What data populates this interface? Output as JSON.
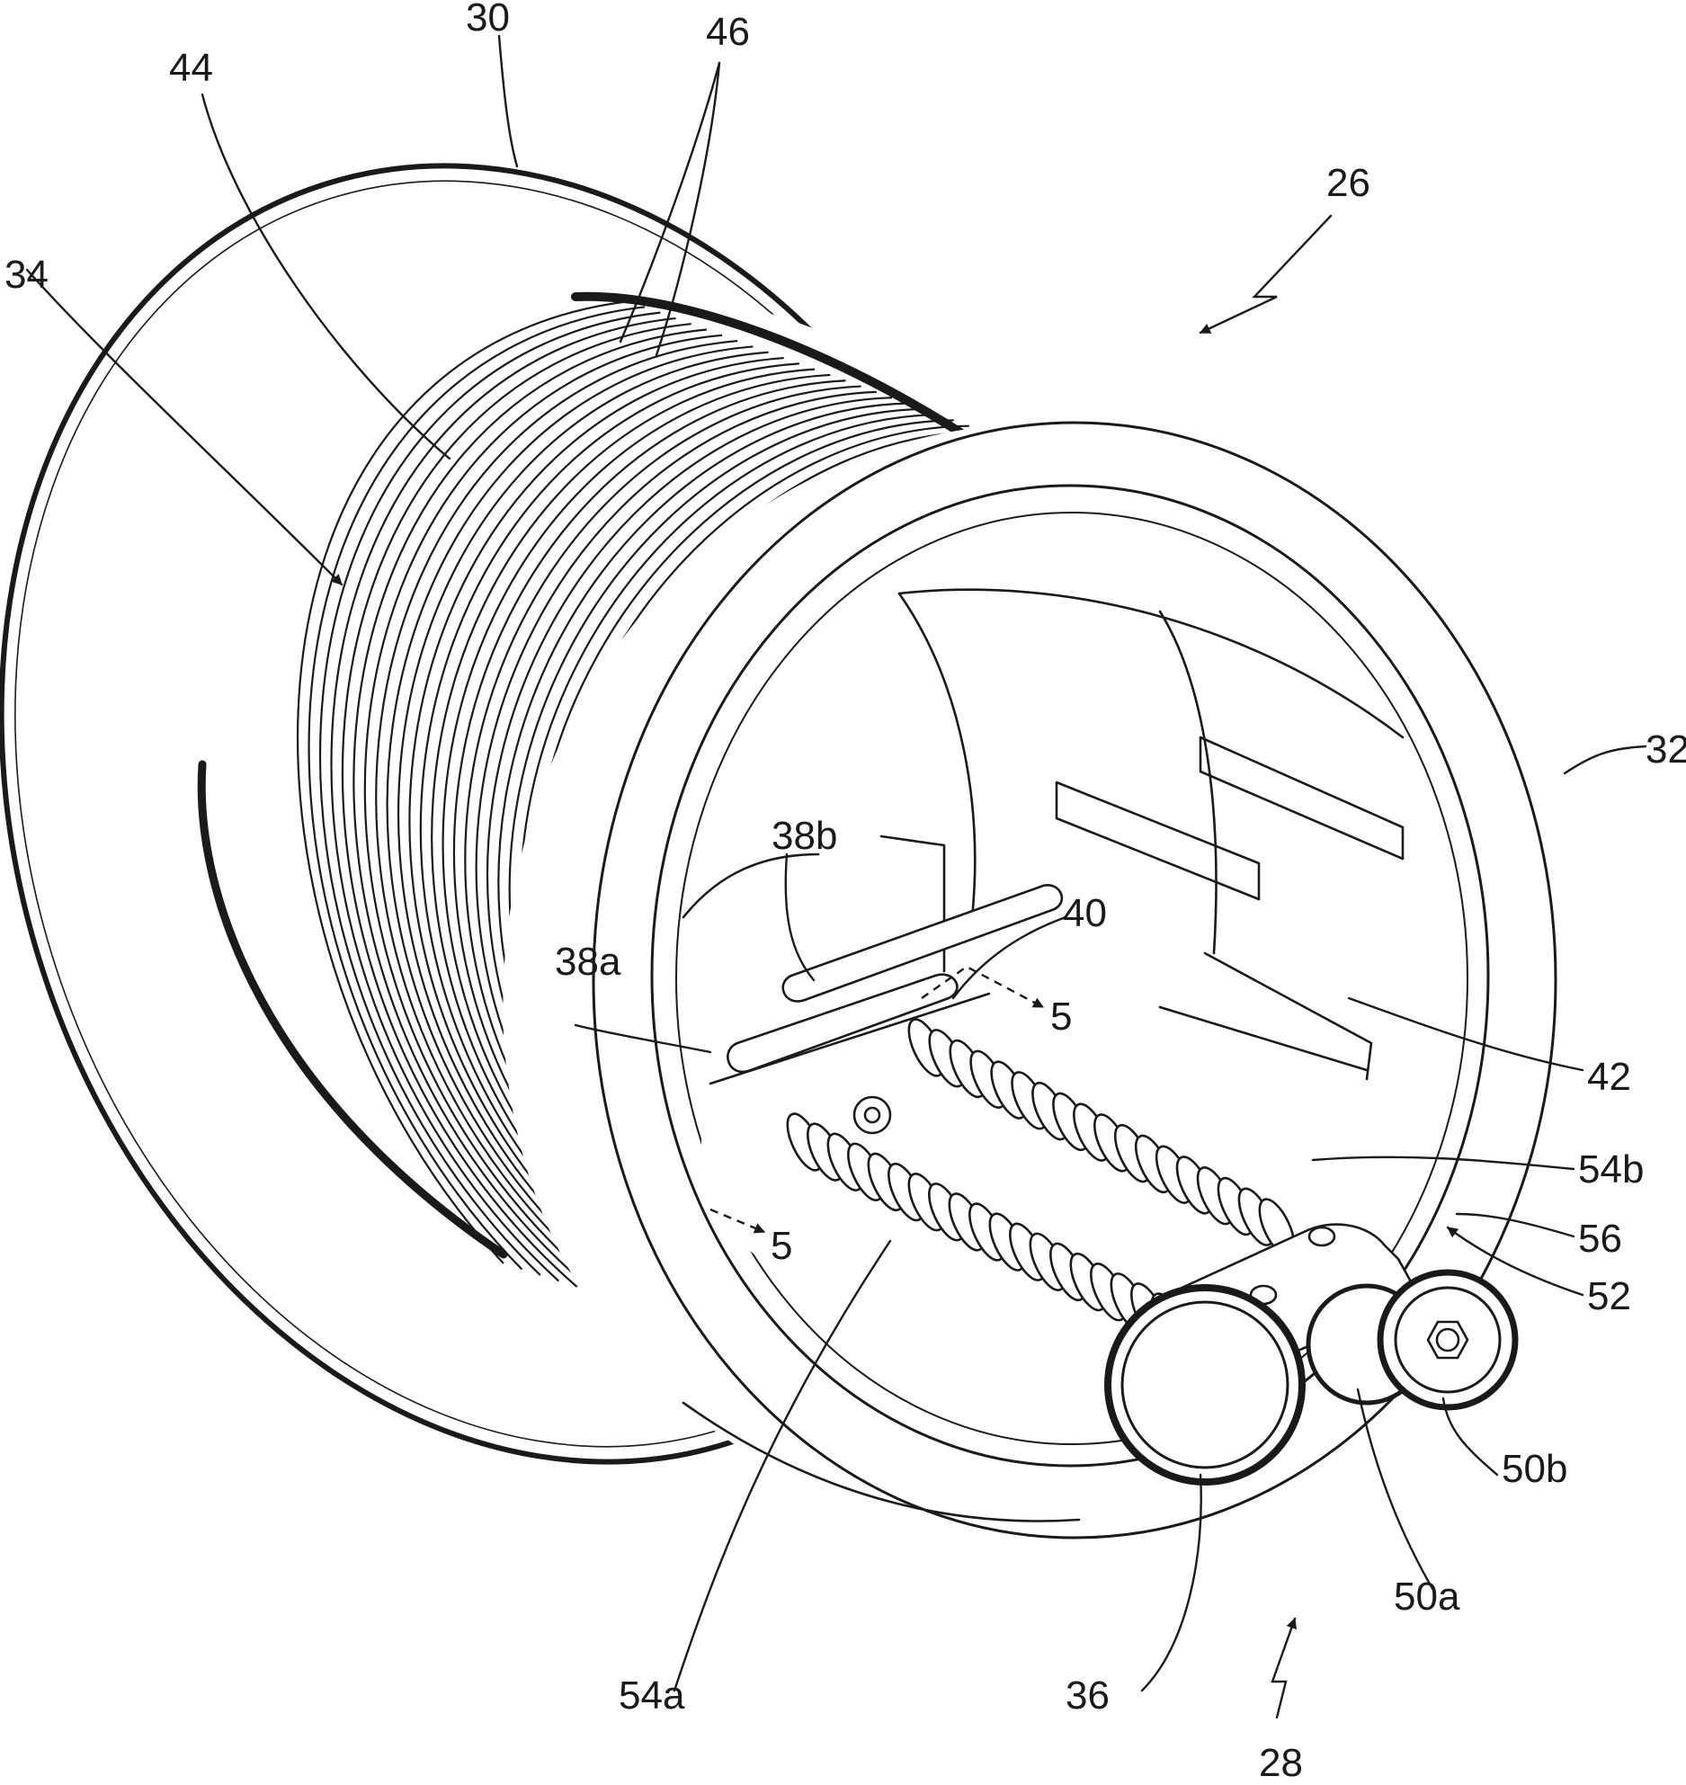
{
  "labels": {
    "l30": "30",
    "l44": "44",
    "l46": "46",
    "l26": "26",
    "l34": "34",
    "l32": "32",
    "l38b": "38b",
    "l40": "40",
    "l38a": "38a",
    "l5a": "5",
    "l42": "42",
    "l54b": "54b",
    "l5b": "5",
    "l56": "56",
    "l52": "52",
    "l50b": "50b",
    "l50a": "50a",
    "l54a": "54a",
    "l36": "36",
    "l28": "28"
  }
}
